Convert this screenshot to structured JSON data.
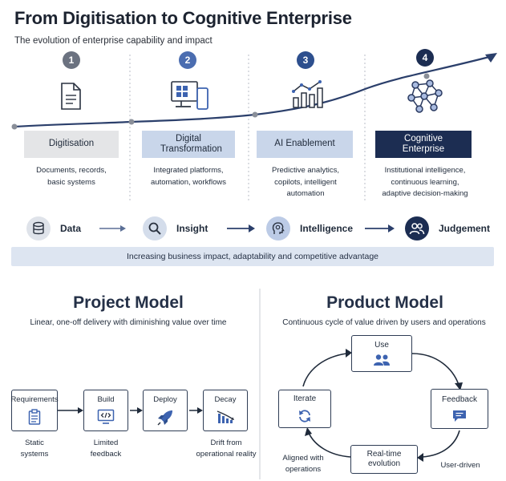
{
  "header": {
    "title": "From Digitisation to Cognitive Enterprise",
    "subtitle": "The evolution of enterprise capability and impact"
  },
  "stages": [
    {
      "number": "1",
      "label": "Digitisation",
      "description": [
        "Documents, records,",
        "basic systems"
      ],
      "icon": "document-icon"
    },
    {
      "number": "2",
      "label": "Digital Transformation",
      "description": [
        "Integrated platforms,",
        "automation, workflows"
      ],
      "icon": "devices-icon"
    },
    {
      "number": "3",
      "label": "AI Enablement",
      "description": [
        "Predictive analytics,",
        "copilots, intelligent",
        "automation"
      ],
      "icon": "analytics-chart-icon"
    },
    {
      "number": "4",
      "label": "Cognitive Enterprise",
      "description": [
        "Institutional intelligence,",
        "continuous learning,",
        "adaptive decision-making"
      ],
      "icon": "network-icon"
    }
  ],
  "flow": [
    {
      "label": "Data",
      "icon": "database-icon"
    },
    {
      "label": "Insight",
      "icon": "magnifier-icon"
    },
    {
      "label": "Intelligence",
      "icon": "brain-head-icon"
    },
    {
      "label": "Judgement",
      "icon": "people-icon"
    }
  ],
  "impact_bar": "Increasing business impact, adaptability and competitive advantage",
  "project_model": {
    "title": "Project Model",
    "subtitle": "Linear, one-off delivery with diminishing value over time",
    "steps": [
      {
        "label": "Requirements",
        "caption": [
          "Static",
          "systems"
        ],
        "icon": "clipboard-icon"
      },
      {
        "label": "Build",
        "caption": [
          "Limited",
          "feedback"
        ],
        "icon": "code-monitor-icon"
      },
      {
        "label": "Deploy",
        "caption": [],
        "icon": "rocket-icon"
      },
      {
        "label": "Decay",
        "caption": [
          "Drift from",
          "operational reality"
        ],
        "icon": "declining-chart-icon"
      }
    ]
  },
  "product_model": {
    "title": "Product Model",
    "subtitle": "Continuous cycle of value driven by users and operations",
    "nodes": [
      {
        "label": "Use",
        "icon": "users-icon"
      },
      {
        "label": "Feedback",
        "icon": "chat-icon"
      },
      {
        "label": "Real-time evolution"
      },
      {
        "label": "Iterate",
        "icon": "cycle-icon"
      }
    ],
    "captions": {
      "feedback": "User-driven",
      "evolution": [
        "Aligned with",
        "operations"
      ]
    }
  },
  "colors": {
    "navy": "#1c2d52",
    "accent_blue": "#2d4f8e",
    "light_blue": "#c9d6ea",
    "gray_box": "#e4e5e7",
    "impact_bar": "#dde5f1"
  }
}
